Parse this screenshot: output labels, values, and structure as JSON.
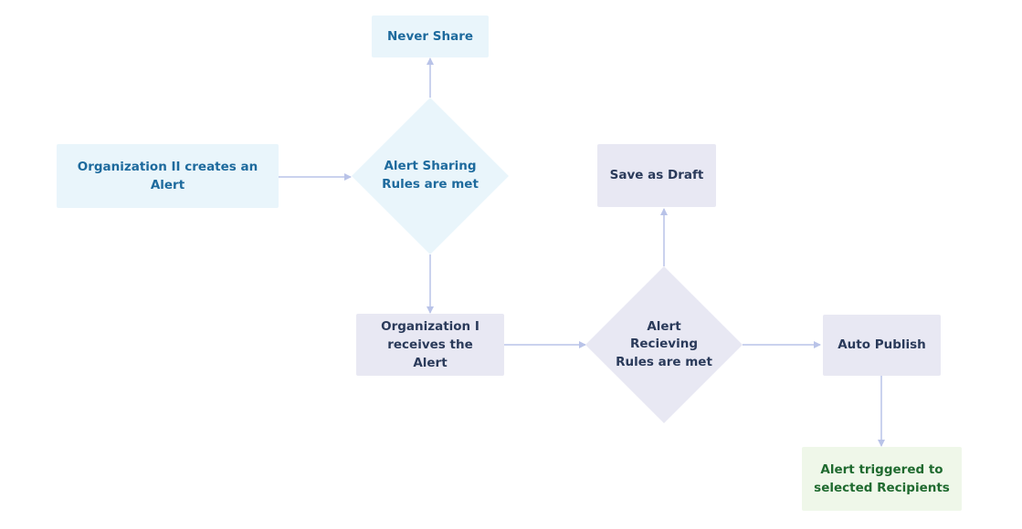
{
  "nodes": {
    "never_share": "Never Share",
    "org_ii_creates": "Organization II creates an Alert",
    "alert_sharing_rules": "Alert Sharing Rules are met",
    "save_as_draft": "Save as Draft",
    "org_i_receives": "Organization I receives the Alert",
    "alert_receiving_rules": "Alert Recieving Rules are met",
    "auto_publish": "Auto Publish",
    "alert_triggered": "Alert triggered to selected Recipients"
  },
  "colors": {
    "blue_fill": "#e9f5fb",
    "blue_text": "#1d6a9d",
    "grey_fill": "#e8e8f3",
    "grey_text": "#2a3a5a",
    "green_fill": "#eff7e9",
    "green_text": "#1f6a2f",
    "connector": "#b9c3e8"
  }
}
